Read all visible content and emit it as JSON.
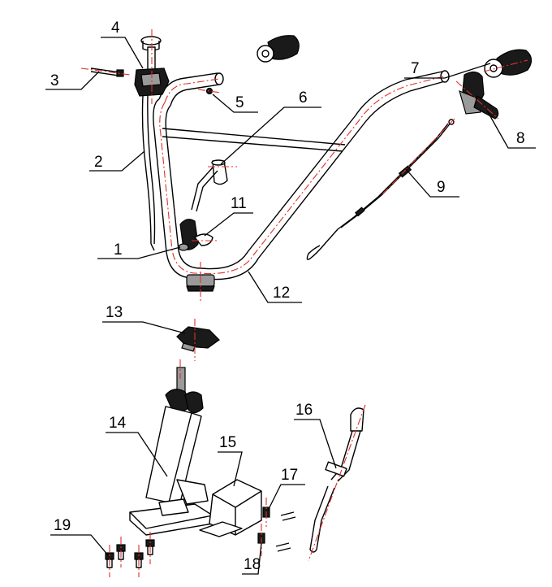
{
  "diagram": {
    "callouts": [
      {
        "id": "1",
        "label": "1"
      },
      {
        "id": "2",
        "label": "2"
      },
      {
        "id": "3",
        "label": "3"
      },
      {
        "id": "4",
        "label": "4"
      },
      {
        "id": "5",
        "label": "5"
      },
      {
        "id": "6",
        "label": "6"
      },
      {
        "id": "7",
        "label": "7"
      },
      {
        "id": "8",
        "label": "8"
      },
      {
        "id": "9",
        "label": "9"
      },
      {
        "id": "11",
        "label": "11"
      },
      {
        "id": "12",
        "label": "12"
      },
      {
        "id": "13",
        "label": "13"
      },
      {
        "id": "14",
        "label": "14"
      },
      {
        "id": "15",
        "label": "15"
      },
      {
        "id": "16",
        "label": "16"
      },
      {
        "id": "17",
        "label": "17"
      },
      {
        "id": "18",
        "label": "18"
      },
      {
        "id": "19",
        "label": "19"
      }
    ],
    "colors": {
      "line": "#000000",
      "centerline": "#e0302a",
      "background": "#ffffff"
    }
  }
}
